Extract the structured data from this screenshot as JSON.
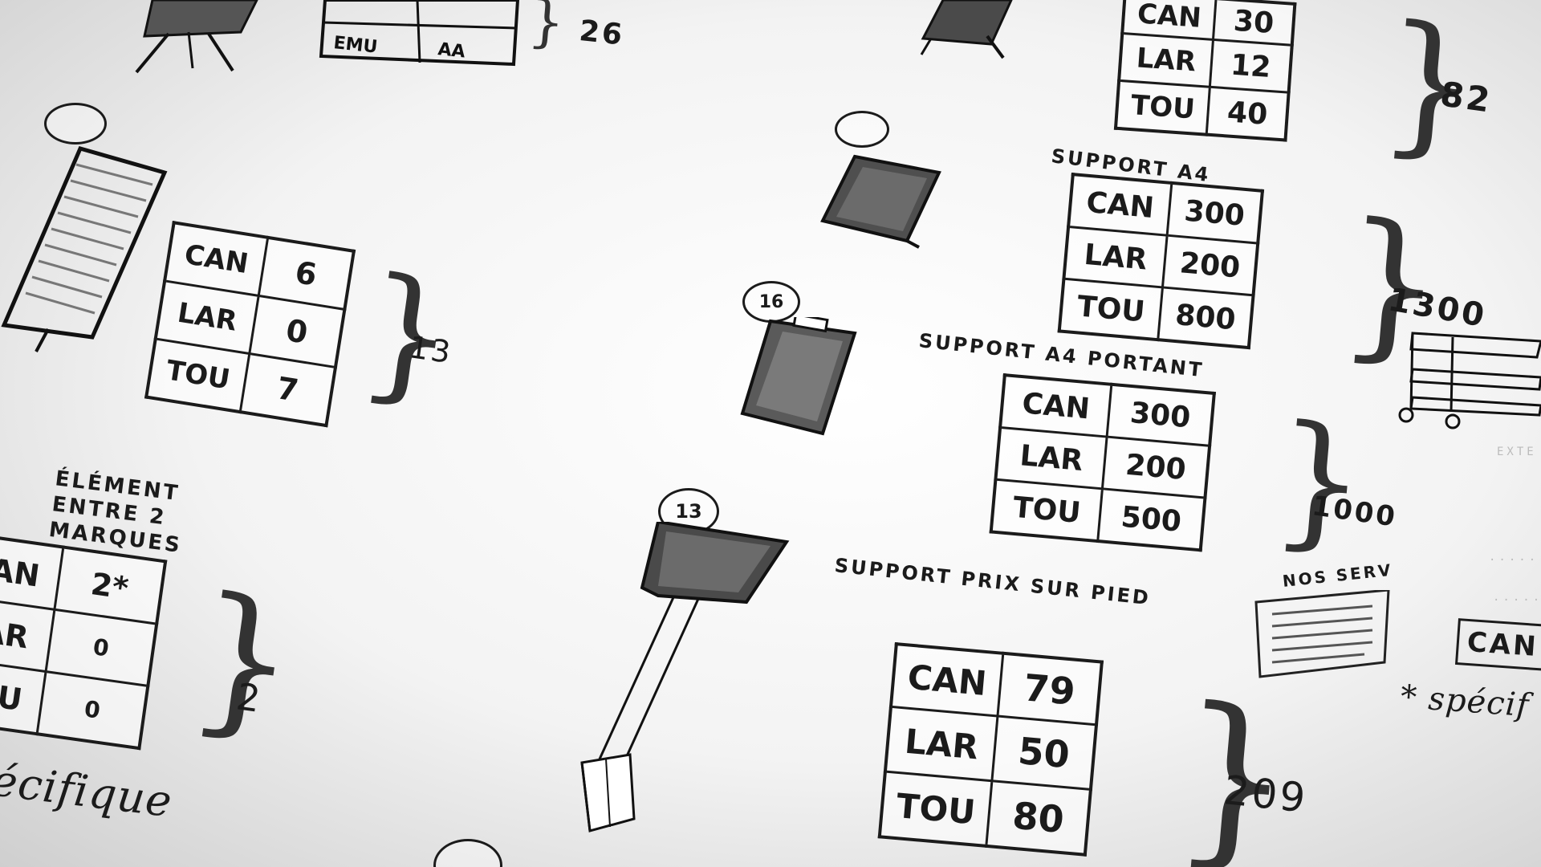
{
  "sheet": {
    "items": [
      {
        "label": "",
        "circled_number": "",
        "rows": [
          [
            "CAN",
            "30"
          ],
          [
            "LAR",
            "12"
          ],
          [
            "TOU",
            "40"
          ]
        ],
        "total": "82"
      },
      {
        "label": "SUPPORT A4",
        "circled_number": "",
        "rows": [
          [
            "CAN",
            "300"
          ],
          [
            "LAR",
            "200"
          ],
          [
            "TOU",
            "800"
          ]
        ],
        "total": "1300"
      },
      {
        "label": "SUPPORT A4 PORTANT",
        "circled_number": "16",
        "rows": [
          [
            "CAN",
            "300"
          ],
          [
            "LAR",
            "200"
          ],
          [
            "TOU",
            "500"
          ]
        ],
        "total": "1000"
      },
      {
        "label": "SUPPORT PRIX SUR PIED",
        "circled_number": "13",
        "rows": [
          [
            "CAN",
            "79"
          ],
          [
            "LAR",
            "50"
          ],
          [
            "TOU",
            "80"
          ]
        ],
        "total": "209"
      },
      {
        "label": "",
        "circled_number": "",
        "rows": [
          [
            "CAN",
            "6"
          ],
          [
            "LAR",
            "0"
          ],
          [
            "TOU",
            "7"
          ]
        ],
        "total": "13"
      },
      {
        "label": "ÉLÉMENT ENTRE 2 MARQUES",
        "circled_number": "",
        "rows": [
          [
            "CAN",
            "2*"
          ],
          [
            "LAR",
            "0"
          ],
          [
            "TOU",
            "0"
          ]
        ],
        "total": "2"
      }
    ],
    "top_left_total": "26",
    "nos_serv_label": "NOS SERV",
    "footnote_left": "écifique",
    "footnote_right": "* spécif",
    "partial_cell": "CAN"
  }
}
